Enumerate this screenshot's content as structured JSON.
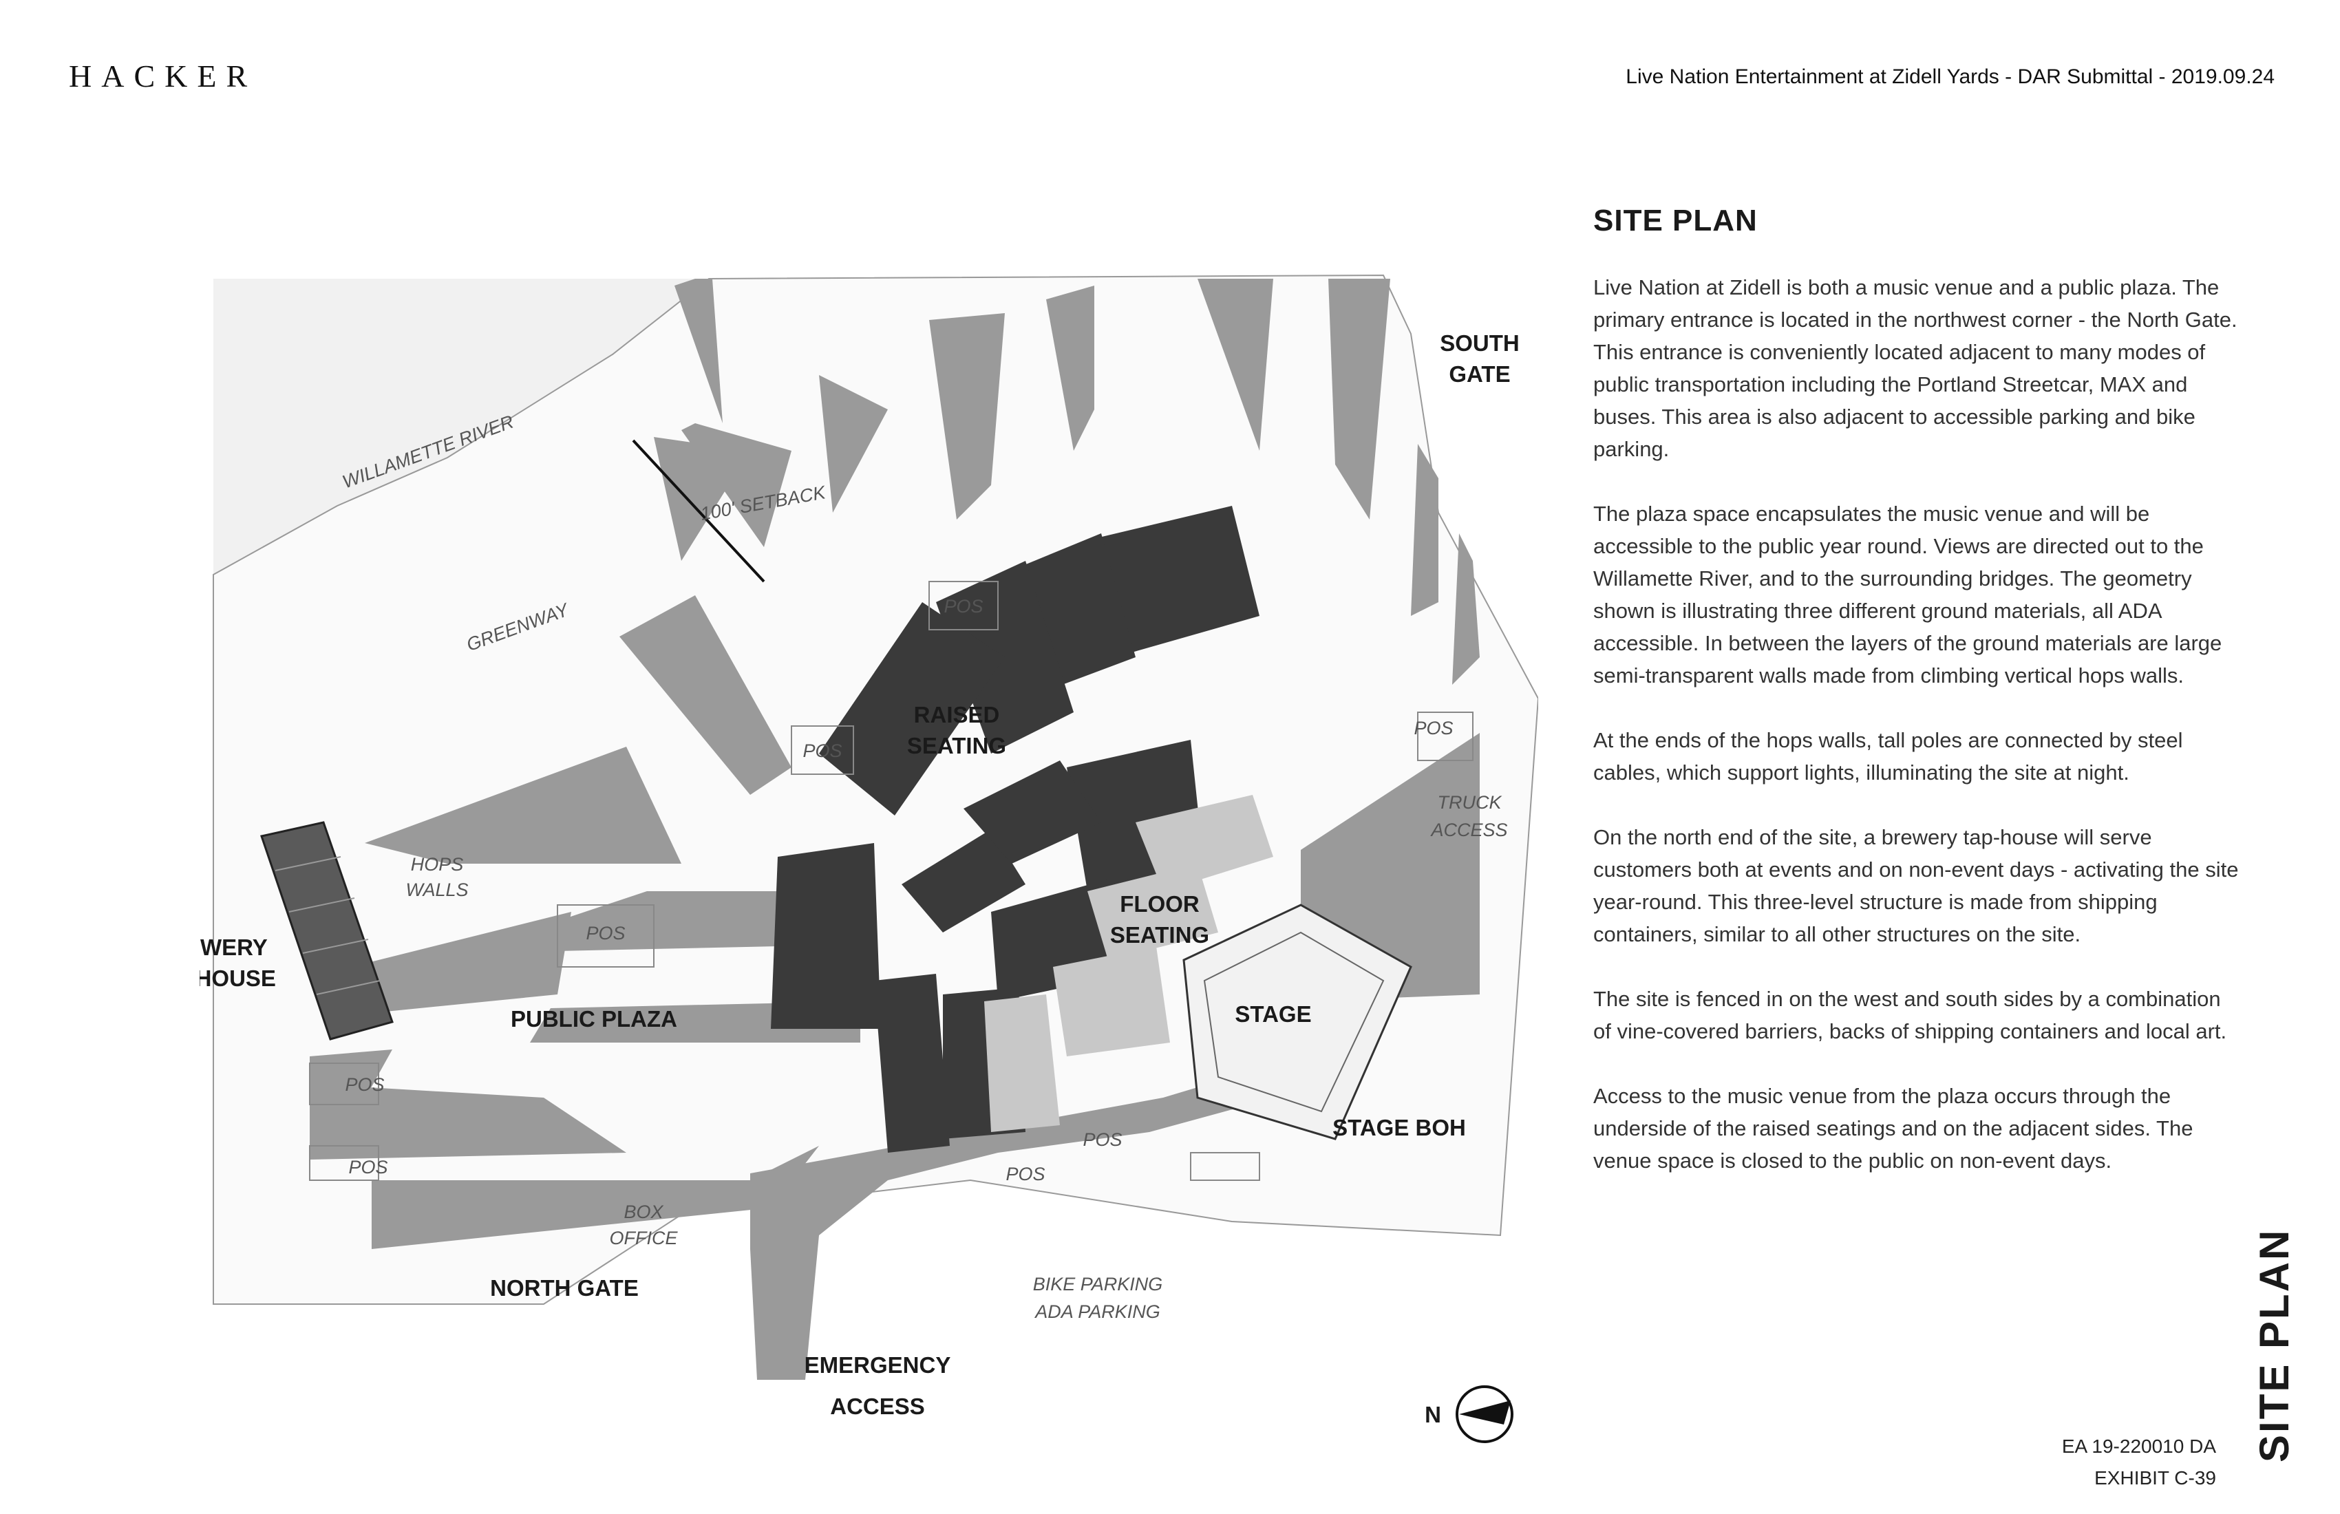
{
  "header": {
    "logo": "HACKER",
    "title": "Live Nation Entertainment at Zidell Yards - DAR Submittal - 2019.09.24"
  },
  "site_plan": {
    "labels": {
      "south_gate_1": "SOUTH",
      "south_gate_2": "GATE",
      "river": "WILLAMETTE RIVER",
      "setback": "100' SETBACK",
      "greenway": "GREENWAY",
      "raised_1": "RAISED",
      "raised_2": "SEATING",
      "floor_1": "FLOOR",
      "floor_2": "SEATING",
      "stage": "STAGE",
      "stage_boh": "STAGE BOH",
      "truck_1": "TRUCK",
      "truck_2": "ACCESS",
      "hops_1": "HOPS",
      "hops_2": "WALLS",
      "brewery_1": "BREWERY",
      "brewery_2": "TAP-HOUSE",
      "public_plaza": "PUBLIC PLAZA",
      "pos": "POS",
      "box_1": "BOX",
      "box_2": "OFFICE",
      "north_gate": "NORTH GATE",
      "bike_1": "BIKE PARKING",
      "bike_2": "ADA PARKING",
      "emergency_1": "EMERGENCY",
      "emergency_2": "ACCESS",
      "north": "N"
    }
  },
  "description": {
    "title": "SITE PLAN",
    "paragraphs": [
      "Live Nation at Zidell is both a music venue and a public plaza. The primary entrance is located in the northwest corner - the North Gate. This entrance is conveniently located adjacent to many modes of public transportation including the Portland Streetcar, MAX and buses. This area is also adjacent to accessible parking and bike parking.",
      "The plaza space encapsulates the music venue and will be accessible to the public year round. Views are directed out to the Willamette River, and to the surrounding bridges. The geometry shown is illustrating three different ground materials, all ADA accessible. In between the layers of the ground materials are large semi-transparent walls made from climbing vertical hops walls.",
      "At the ends of the hops walls, tall poles are connected by steel cables, which support lights, illuminating the site at night.",
      "On the north end of the site, a brewery tap-house will serve customers both at events and on non-event days - activating the site year-round. This three-level structure is made from shipping containers, similar to all other structures on the site.",
      "The site is fenced in on the west and south sides by a combination of vine-covered barriers, backs of shipping containers and local art.",
      "Access to the music venue from the plaza occurs through the underside of the raised seatings and on the adjacent sides. The venue space is closed to the public on non-event days."
    ]
  },
  "footer": {
    "ref_1": "EA 19-220010 DA",
    "ref_2": "EXHIBIT C-39",
    "side_title": "SITE PLAN"
  }
}
